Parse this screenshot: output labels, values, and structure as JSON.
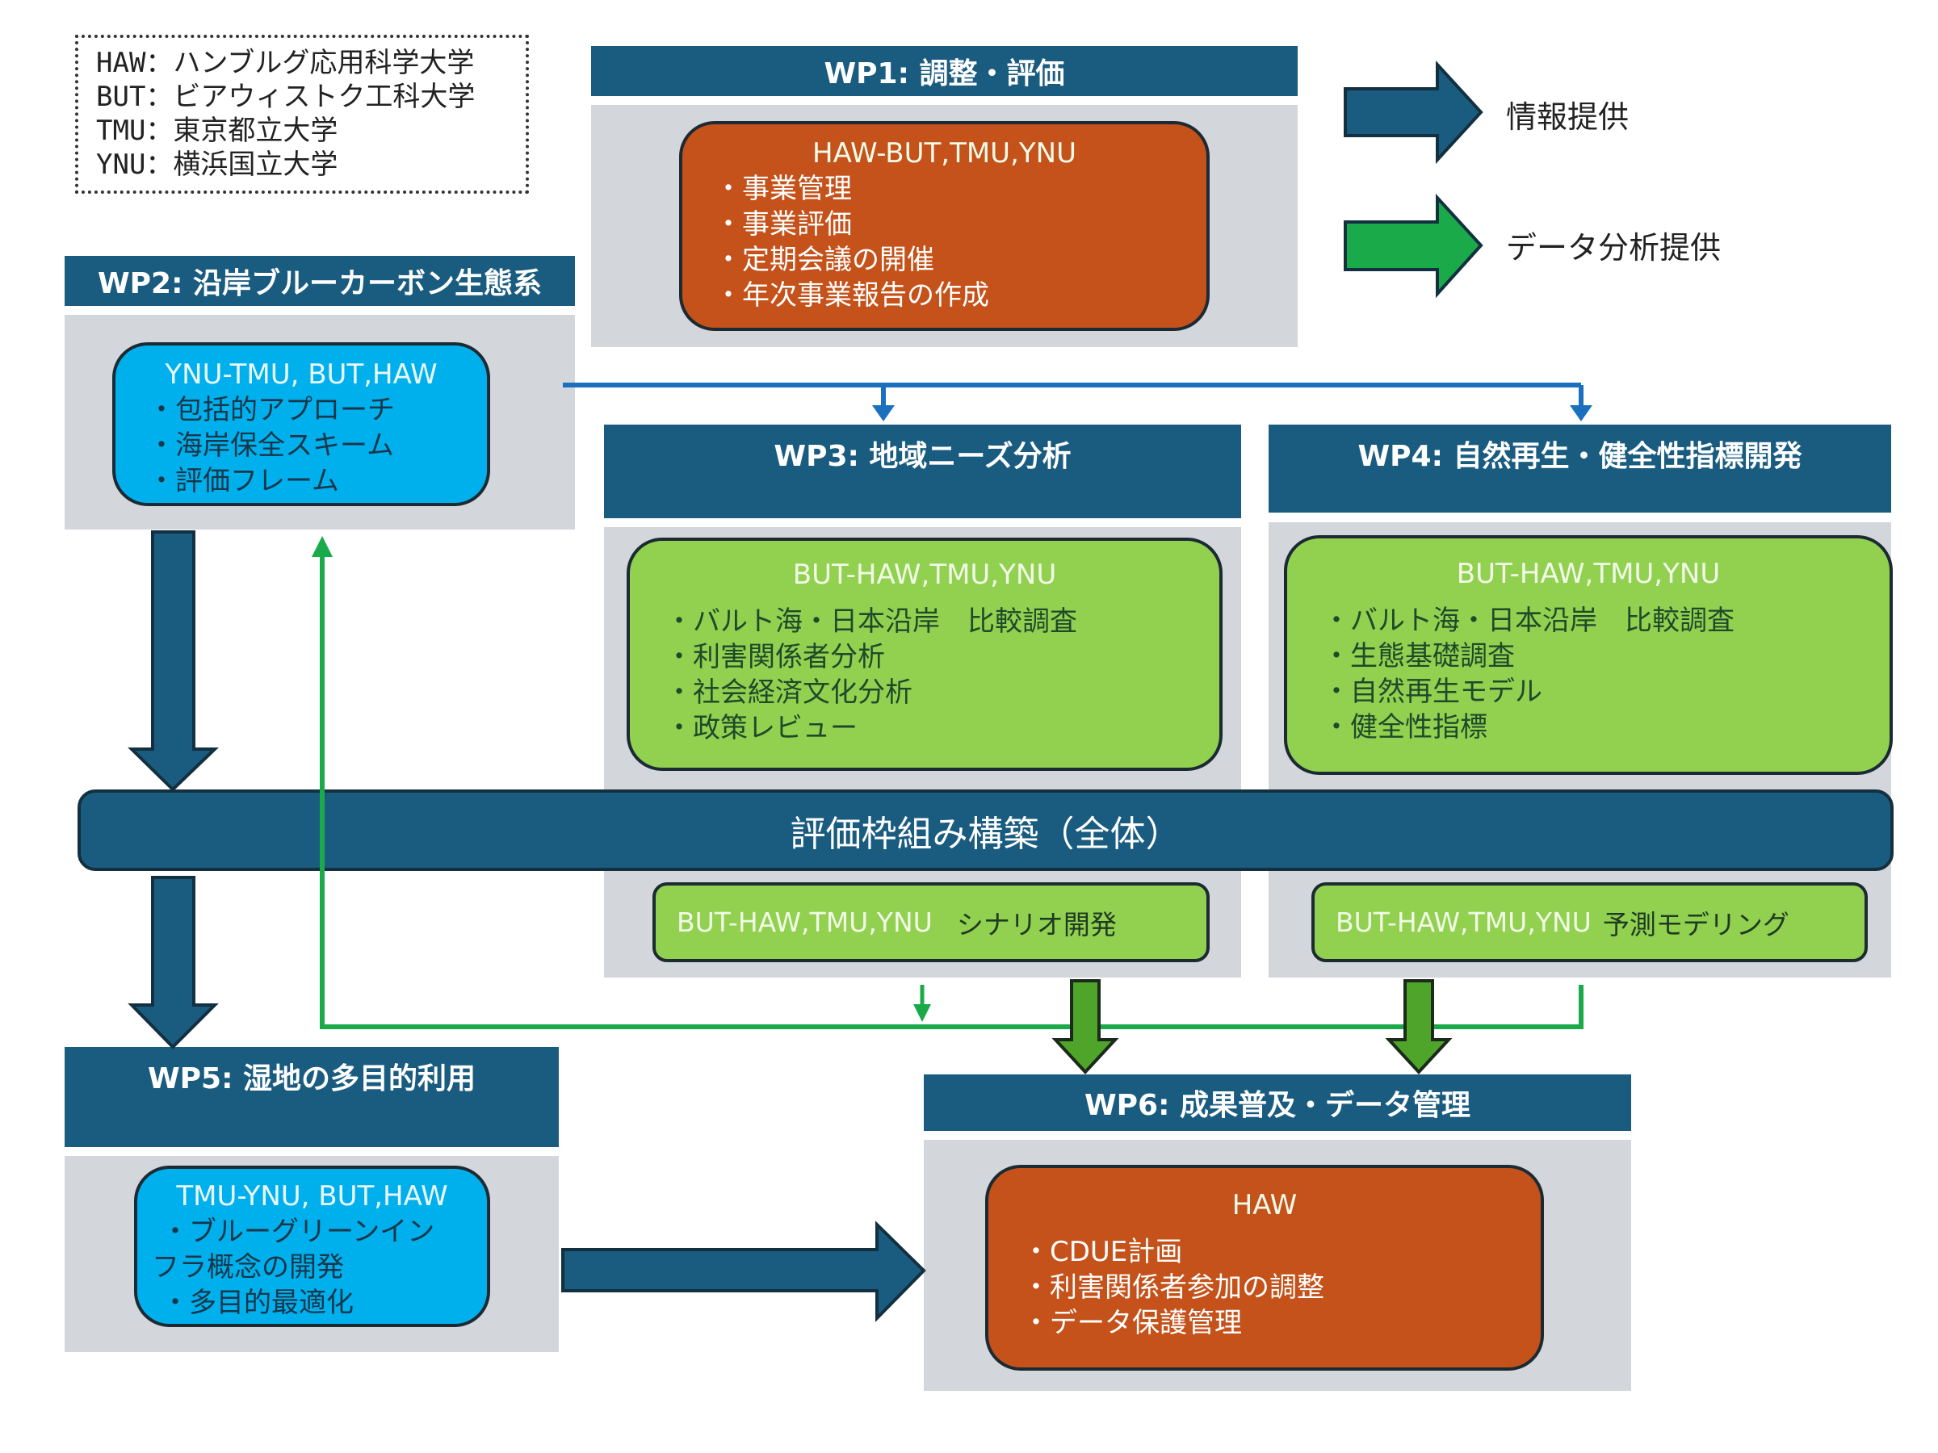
{
  "legend_abbrev": [
    {
      "code": "HAW",
      "name": "ハンブルグ応用科学大学"
    },
    {
      "code": "BUT",
      "name": "ビアウィストク工科大学"
    },
    {
      "code": "TMU",
      "name": "東京都立大学"
    },
    {
      "code": "YNU",
      "name": "横浜国立大学"
    }
  ],
  "legend_arrows": {
    "info": {
      "label": "情報提供",
      "color": "#1a5c80",
      "icon": "arrow-right-blue"
    },
    "data": {
      "label": "データ分析提供",
      "color": "#1aaa4a",
      "icon": "arrow-right-green"
    }
  },
  "wp1": {
    "title": "WP1: 調整・評価",
    "org": "HAW-BUT,TMU,YNU",
    "items": [
      "・事業管理",
      "・事業評価",
      "・定期会議の開催",
      "・年次事業報告の作成"
    ]
  },
  "wp2": {
    "title": "WP2: 沿岸ブルーカーボン生態系",
    "org": "YNU-TMU, BUT,HAW",
    "items": [
      "・包括的アプローチ",
      "・海岸保全スキーム",
      "・評価フレーム"
    ]
  },
  "wp3": {
    "title": "WP3: 地域ニーズ分析",
    "org": "BUT-HAW,TMU,YNU",
    "items": [
      "・バルト海・日本沿岸　比較調査",
      "・利害関係者分析",
      "・社会経済文化分析",
      "・政策レビュー"
    ],
    "sub_org": "BUT-HAW,TMU,YNU",
    "sub_task": "シナリオ開発"
  },
  "wp4": {
    "title": "WP4: 自然再生・健全性指標開発",
    "org": "BUT-HAW,TMU,YNU",
    "items": [
      "・バルト海・日本沿岸　比較調査",
      "・生態基礎調査",
      "・自然再生モデル",
      "・健全性指標"
    ],
    "sub_org": "BUT-HAW,TMU,YNU",
    "sub_task": "予測モデリング"
  },
  "band": {
    "label": "評価枠組み構築（全体）"
  },
  "wp5": {
    "title": "WP5: 湿地の多目的利用",
    "org": "TMU-YNU, BUT,HAW",
    "items": [
      "・ブルーグリーンイン",
      "フラ概念の開発",
      "・多目的最適化"
    ]
  },
  "wp6": {
    "title": "WP6: 成果普及・データ管理",
    "org": "HAW",
    "items": [
      "・CDUE計画",
      "・利害関係者参加の調整",
      "・データ保護管理"
    ]
  },
  "colors": {
    "header": "#1a5c80",
    "panel": "#d3d6db",
    "orange": "#c4521a",
    "cyan": "#00b0ec",
    "green": "#92d050",
    "data_line": "#1aaa4a",
    "info_line": "#1a6fbf"
  }
}
